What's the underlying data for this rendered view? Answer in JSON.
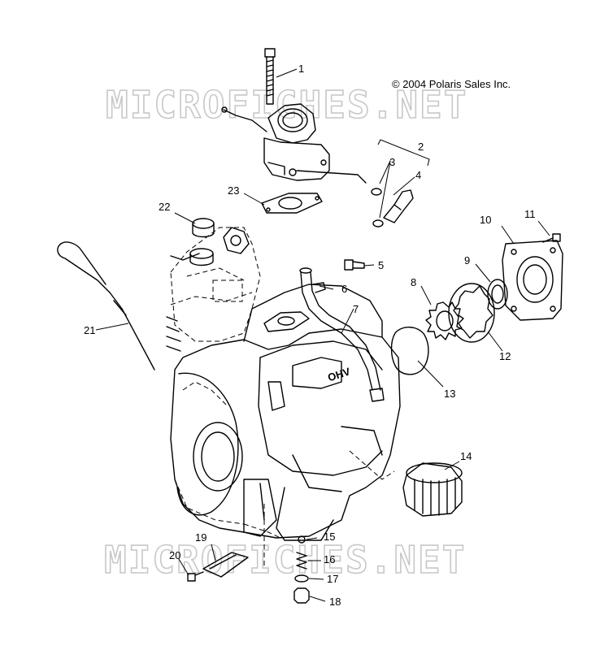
{
  "copyright": "© 2004 Polaris Sales Inc.",
  "watermark": "MICROFICHES.NET",
  "callouts": [
    "1",
    "2",
    "3",
    "4",
    "5",
    "6",
    "7",
    "8",
    "9",
    "10",
    "11",
    "12",
    "13",
    "14",
    "15",
    "16",
    "17",
    "18",
    "19",
    "20",
    "21",
    "22",
    "23"
  ],
  "engine_label": "OHV"
}
